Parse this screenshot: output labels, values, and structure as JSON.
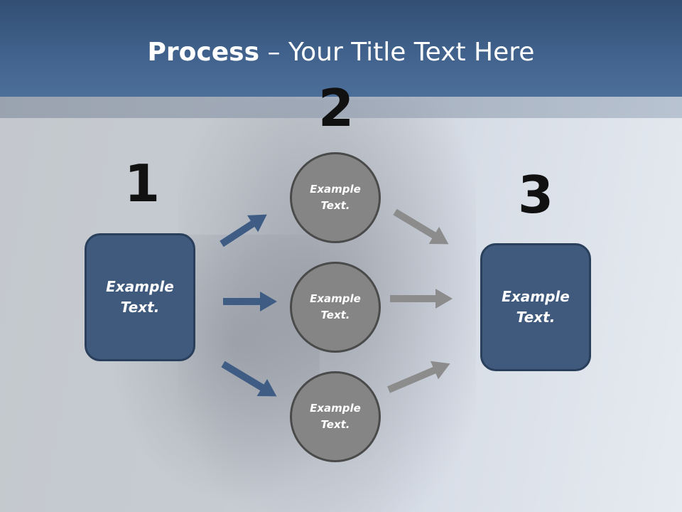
{
  "slide": {
    "title_bold": "Process",
    "title_rest": " – Your Title Text Here"
  },
  "steps": {
    "one": "1",
    "two": "2",
    "three": "3"
  },
  "boxes": {
    "left": "Example\nText.",
    "right": "Example\nText."
  },
  "circles": {
    "top": "Example\nText.",
    "middle": "Example\nText.",
    "bottom": "Example\nText."
  },
  "colors": {
    "header": "#3f608a",
    "box_fill": "#3f5a7d",
    "circle_fill": "#858585",
    "blue_arrow": "#3e5c84",
    "gray_arrow": "#8c8c8c"
  }
}
